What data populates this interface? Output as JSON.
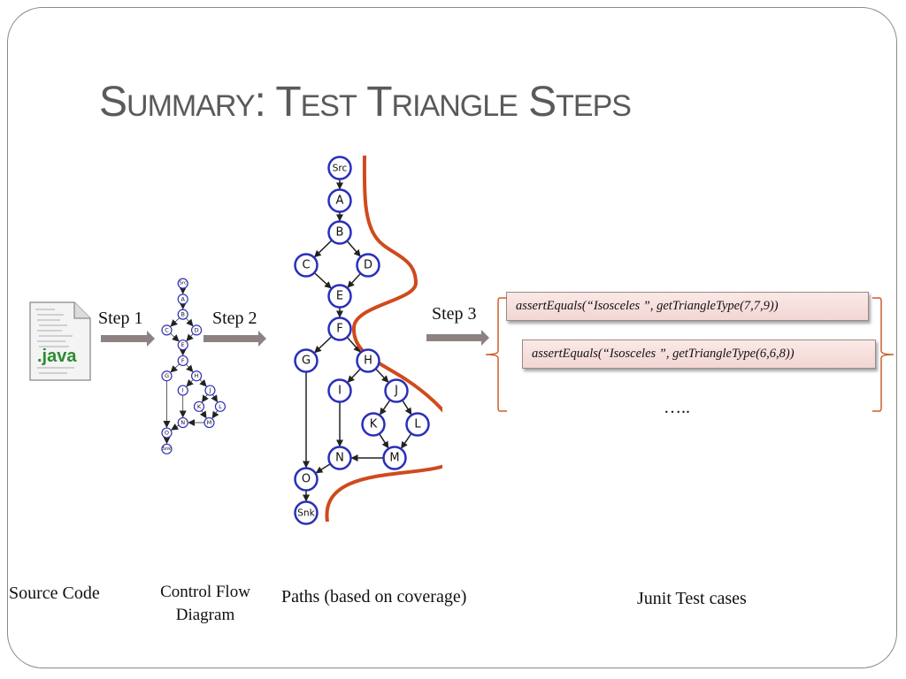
{
  "title": "Summary: Test Triangle Steps",
  "steps": {
    "step1": "Step 1",
    "step2": "Step 2",
    "step3": "Step 3"
  },
  "source_file": {
    "ext": ".java"
  },
  "captions": {
    "source": "Source Code",
    "cfg_line1": "Control Flow",
    "cfg_line2": "Diagram",
    "paths": "Paths (based on coverage)",
    "junit": "Junit Test cases"
  },
  "test_cases": [
    "assertEquals(“Isosceles ”,  getTriangleType(7,7,9))",
    "assertEquals(“Isosceles ”, getTriangleType(6,6,8))"
  ],
  "ellipsis": "…..",
  "graph": {
    "nodes": [
      "Src",
      "A",
      "B",
      "C",
      "D",
      "E",
      "F",
      "G",
      "H",
      "I",
      "J",
      "K",
      "L",
      "N",
      "M",
      "O",
      "Snk"
    ]
  },
  "colors": {
    "node_stroke": "#2a2fb8",
    "path_curve": "#d04a1c",
    "arrow": "#8c8282",
    "title": "#5a5a5a"
  }
}
